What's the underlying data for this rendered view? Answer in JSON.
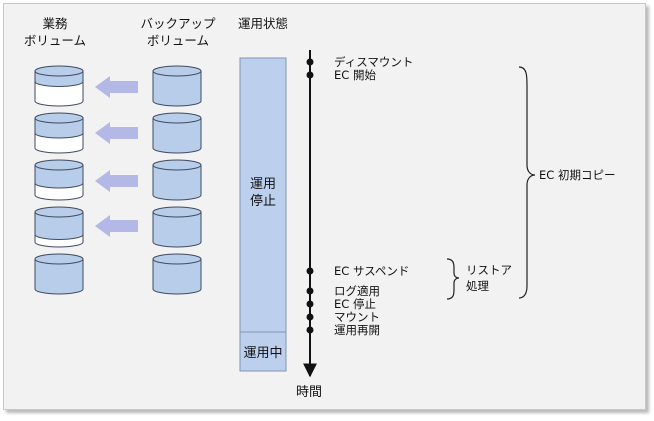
{
  "headers": {
    "business_line1": "業務",
    "business_line2": "ボリューム",
    "backup_line1": "バックアップ",
    "backup_line2": "ボリューム",
    "status": "運用状態"
  },
  "status_bar": {
    "stopped_line1": "運用",
    "stopped_line2": "停止",
    "running": "運用中"
  },
  "timeline": {
    "axis_label": "時間",
    "events": [
      "ディスマウント",
      "EC 開始",
      "EC サスペンド",
      "ログ適用",
      "EC 停止",
      "マウント",
      "運用再開"
    ]
  },
  "brackets": {
    "initial_copy": "EC 初期コピー",
    "restore_line1": "リストア",
    "restore_line2": "処理"
  },
  "business_volume_fill": [
    0.35,
    0.5,
    0.6,
    0.75,
    1.0
  ],
  "colors": {
    "volume_fill": "#b7cdea",
    "arrow_fill": "#b3b8e6",
    "status_fill": "#bcd0ee"
  }
}
